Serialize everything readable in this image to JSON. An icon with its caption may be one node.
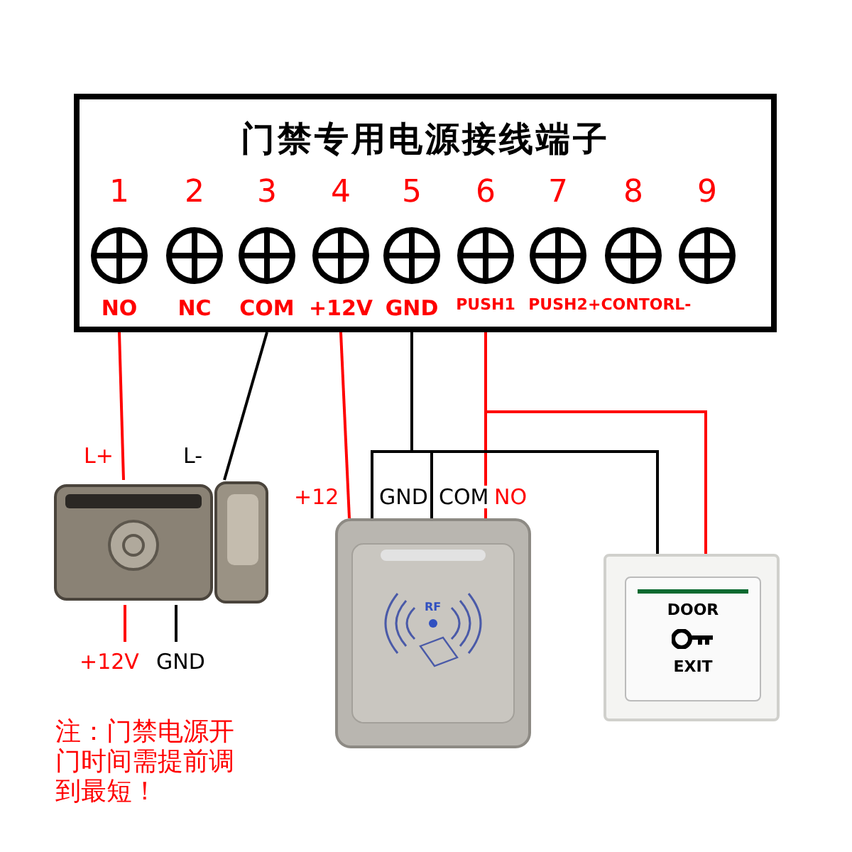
{
  "diagram": {
    "nodes": [
      {
        "text": [
          "门禁专用电源接线端子"
        ]
      },
      {
        "text": [
          "1",
          "NO"
        ],
        "in": 0
      },
      {
        "text": [
          "2",
          "NC"
        ],
        "in": 0
      },
      {
        "text": [
          "3",
          "COM"
        ],
        "in": 0
      },
      {
        "text": [
          "4",
          "+12V"
        ],
        "in": 0
      },
      {
        "text": [
          "5",
          "GND"
        ],
        "in": 0
      },
      {
        "text": [
          "6",
          "PUSH1"
        ],
        "in": 0
      },
      {
        "text": [
          "7",
          "PUSH2"
        ],
        "in": 0
      },
      {
        "text": [
          "8",
          "+CONTORL-"
        ],
        "in": 0
      },
      {
        "text": [
          "9"
        ],
        "in": 0
      },
      {
        "text": [],
        "shape": "picture"
      },
      {
        "text": [],
        "shape": "picture"
      },
      {
        "text": [
          "DOOR",
          "EXIT"
        ]
      }
    ],
    "edges": [
      {
        "from": 1,
        "to": 10,
        "arrow": "none",
        "label": "L+",
        "color": "#ff0000"
      },
      {
        "from": 3,
        "to": 10,
        "arrow": "none",
        "label": "L-",
        "color": "#000000"
      },
      {
        "from": 4,
        "to": 11,
        "arrow": "none",
        "label": "+12",
        "color": "#ff0000"
      },
      {
        "from": 5,
        "to": 11,
        "arrow": "none",
        "label": "GND",
        "color": "#000000"
      },
      {
        "from": 5,
        "to": 11,
        "arrow": "none",
        "label": "COM",
        "color": "#000000"
      },
      {
        "from": 6,
        "to": 11,
        "arrow": "none",
        "label": "NO",
        "color": "#ff0000"
      },
      {
        "from": 5,
        "to": 12,
        "arrow": "none",
        "color": "#000000"
      },
      {
        "from": 6,
        "to": 12,
        "arrow": "none",
        "color": "#ff0000"
      },
      {
        "from": 10,
        "to": null,
        "arrow": "none",
        "label": "+12V",
        "color": "#ff0000"
      },
      {
        "from": 10,
        "to": null,
        "arrow": "none",
        "label": "GND",
        "color": "#000000"
      }
    ],
    "labels": [
      "RF",
      "注：门禁电源开门时间需提前调到最短！"
    ]
  }
}
